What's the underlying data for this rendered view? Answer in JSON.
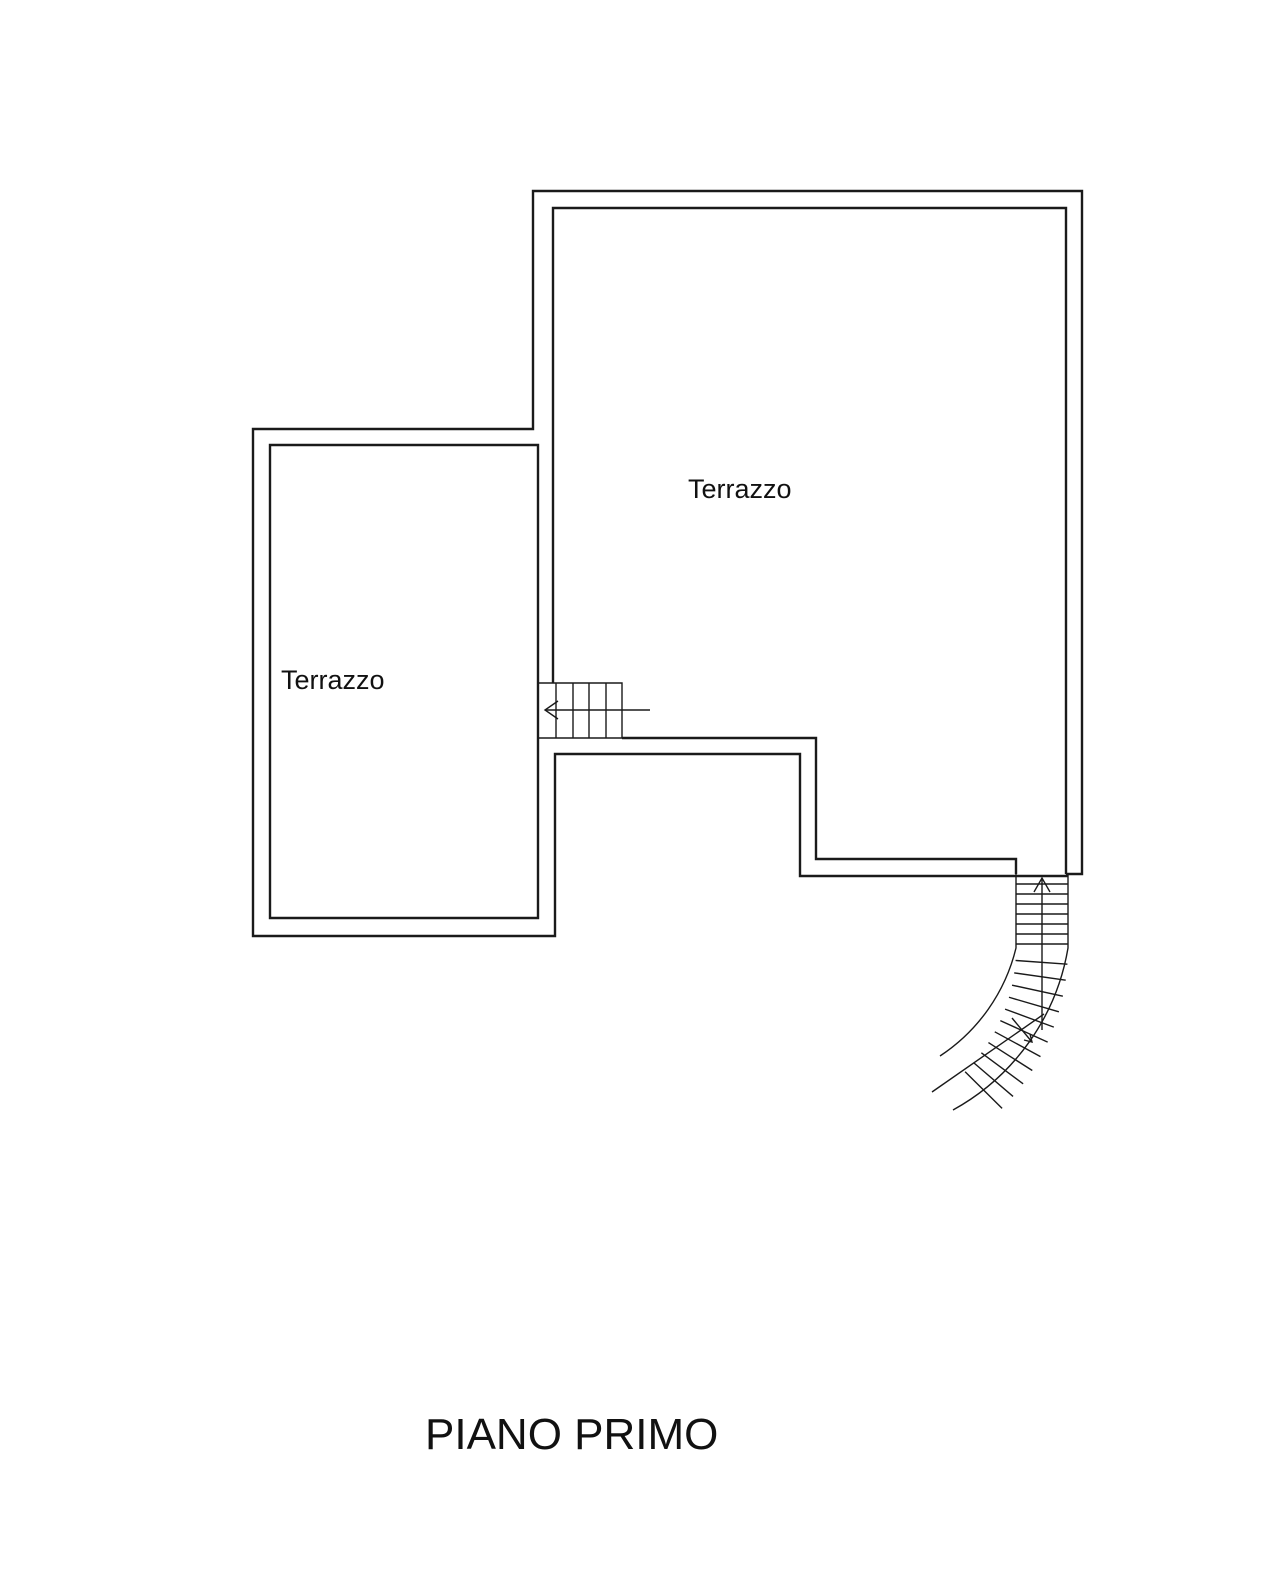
{
  "plan": {
    "title": "PIANO PRIMO",
    "rooms": [
      {
        "label": "Terrazzo"
      },
      {
        "label": "Terrazzo"
      }
    ],
    "line_color": "#1a1a1a",
    "background_color": "#ffffff"
  }
}
